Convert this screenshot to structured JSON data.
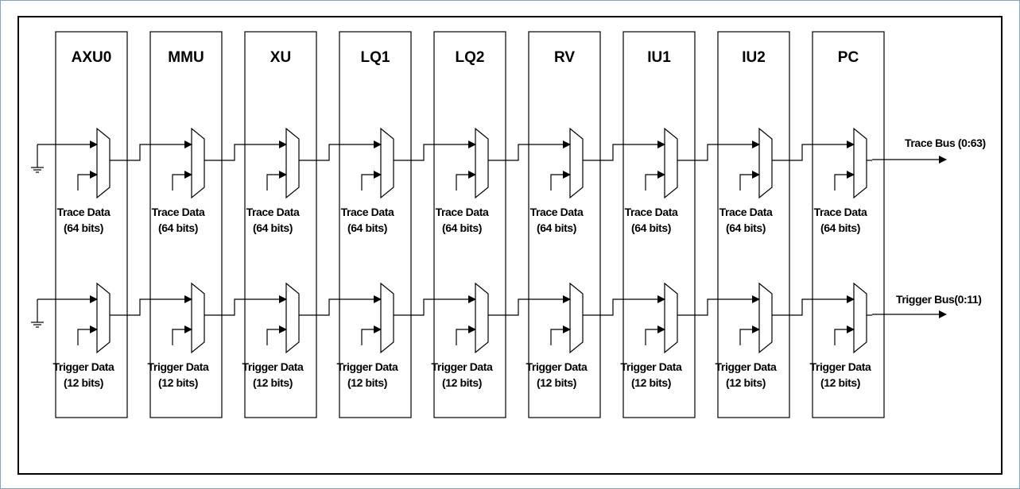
{
  "colors": {
    "page_border": "#7fa6c8",
    "lines": "#000000"
  },
  "modules": [
    {
      "name": "AXU0"
    },
    {
      "name": "MMU"
    },
    {
      "name": "XU"
    },
    {
      "name": "LQ1"
    },
    {
      "name": "LQ2"
    },
    {
      "name": "RV"
    },
    {
      "name": "IU1"
    },
    {
      "name": "IU2"
    },
    {
      "name": "PC"
    }
  ],
  "trace": {
    "data_label": "Trace Data",
    "bits_label": "(64 bits)",
    "bus_label": "Trace Bus (0:63)"
  },
  "trigger": {
    "data_label": "Trigger Data",
    "bits_label": "(12 bits)",
    "bus_label": "Trigger Bus(0:11)"
  }
}
